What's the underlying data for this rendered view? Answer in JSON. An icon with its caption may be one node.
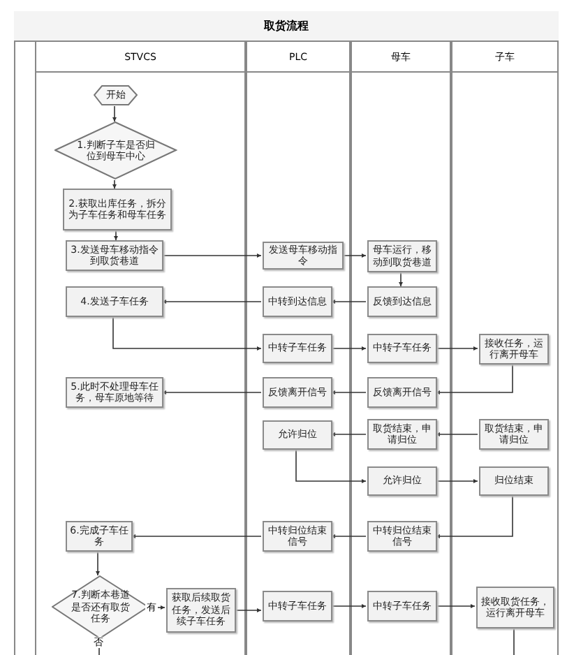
{
  "diagram": {
    "title": "取货流程",
    "nodes": [
      {
        "text": [
          "STVCS"
        ]
      },
      {
        "text": [
          "PLC"
        ]
      },
      {
        "text": [
          "母车"
        ]
      },
      {
        "text": [
          "子车"
        ]
      },
      {
        "text": [
          "开始"
        ],
        "in": 0
      },
      {
        "text": [
          "1.判断子车是否归位到母车中心"
        ],
        "in": 0
      },
      {
        "text": [
          "2.获取出库任务，拆分为子车任务和母车任务"
        ],
        "in": 0
      },
      {
        "text": [
          "3.发送母车移动指令到取货巷道"
        ],
        "in": 0
      },
      {
        "text": [
          "发送母车移动指令"
        ],
        "in": 1
      },
      {
        "text": [
          "母车运行，移动到取货巷道"
        ],
        "in": 2
      },
      {
        "text": [
          "反馈到达信息"
        ],
        "in": 2
      },
      {
        "text": [
          "中转到达信息"
        ],
        "in": 1
      },
      {
        "text": [
          "4.发送子车任务"
        ],
        "in": 0
      },
      {
        "text": [
          "中转子车任务"
        ],
        "in": 1
      },
      {
        "text": [
          "中转子车任务"
        ],
        "in": 2
      },
      {
        "text": [
          "接收任务，运行离开母车"
        ],
        "in": 3
      },
      {
        "text": [
          "反馈离开信号"
        ],
        "in": 2
      },
      {
        "text": [
          "反馈离开信号"
        ],
        "in": 1
      },
      {
        "text": [
          "5.此时不处理母车任务，母车原地等待"
        ],
        "in": 0
      },
      {
        "text": [
          "取货结束，申请归位"
        ],
        "in": 3
      },
      {
        "text": [
          "取货结束，申请归位"
        ],
        "in": 2
      },
      {
        "text": [
          "允许归位"
        ],
        "in": 1
      },
      {
        "text": [
          "允许归位"
        ],
        "in": 2
      },
      {
        "text": [
          "归位结束"
        ],
        "in": 3
      },
      {
        "text": [
          "中转归位结束信号"
        ],
        "in": 2
      },
      {
        "text": [
          "中转归位结束信号"
        ],
        "in": 1
      },
      {
        "text": [
          "6.完成子车任务"
        ],
        "in": 0
      },
      {
        "text": [
          "7.判断本巷道是否还有取货任务"
        ],
        "in": 0
      },
      {
        "text": [
          "获取后续取货任务，发送后续子车任务"
        ],
        "in": 0
      },
      {
        "text": [
          "中转子车任务"
        ],
        "in": 1
      },
      {
        "text": [
          "中转子车任务"
        ],
        "in": 2
      },
      {
        "text": [
          "接收取货任务，运行离开母车"
        ],
        "in": 3
      }
    ],
    "edges": [
      {
        "from": 4,
        "to": 5,
        "arrow": "to"
      },
      {
        "from": 5,
        "to": 6,
        "arrow": "to"
      },
      {
        "from": 6,
        "to": 7,
        "arrow": "to"
      },
      {
        "from": 7,
        "to": 8,
        "arrow": "to"
      },
      {
        "from": 8,
        "to": 9,
        "arrow": "to"
      },
      {
        "from": 9,
        "to": 10,
        "arrow": "to"
      },
      {
        "from": 10,
        "to": 11,
        "arrow": "to"
      },
      {
        "from": 11,
        "to": 12,
        "arrow": "to"
      },
      {
        "from": 12,
        "to": 13,
        "arrow": "to"
      },
      {
        "from": 13,
        "to": 14,
        "arrow": "to"
      },
      {
        "from": 14,
        "to": 15,
        "arrow": "to"
      },
      {
        "from": 15,
        "to": 16,
        "arrow": "to"
      },
      {
        "from": 16,
        "to": 17,
        "arrow": "to"
      },
      {
        "from": 17,
        "to": 18,
        "arrow": "to"
      },
      {
        "from": 19,
        "to": 20,
        "arrow": "to"
      },
      {
        "from": 20,
        "to": 21,
        "arrow": "to"
      },
      {
        "from": 21,
        "to": 22,
        "arrow": "to"
      },
      {
        "from": 22,
        "to": 23,
        "arrow": "to"
      },
      {
        "from": 23,
        "to": 24,
        "arrow": "to"
      },
      {
        "from": 24,
        "to": 25,
        "arrow": "to"
      },
      {
        "from": 25,
        "to": 26,
        "arrow": "to"
      },
      {
        "from": 26,
        "to": 27,
        "arrow": "to"
      },
      {
        "from": 27,
        "to": 28,
        "arrow": "to",
        "label": "有"
      },
      {
        "from": 28,
        "to": 29,
        "arrow": "to"
      },
      {
        "from": 29,
        "to": 30,
        "arrow": "to"
      },
      {
        "from": 30,
        "to": 31,
        "arrow": "to"
      },
      {
        "from": 27,
        "to": null,
        "arrow": "none",
        "label": "否"
      },
      {
        "from": 31,
        "to": null,
        "arrow": "none"
      }
    ]
  }
}
